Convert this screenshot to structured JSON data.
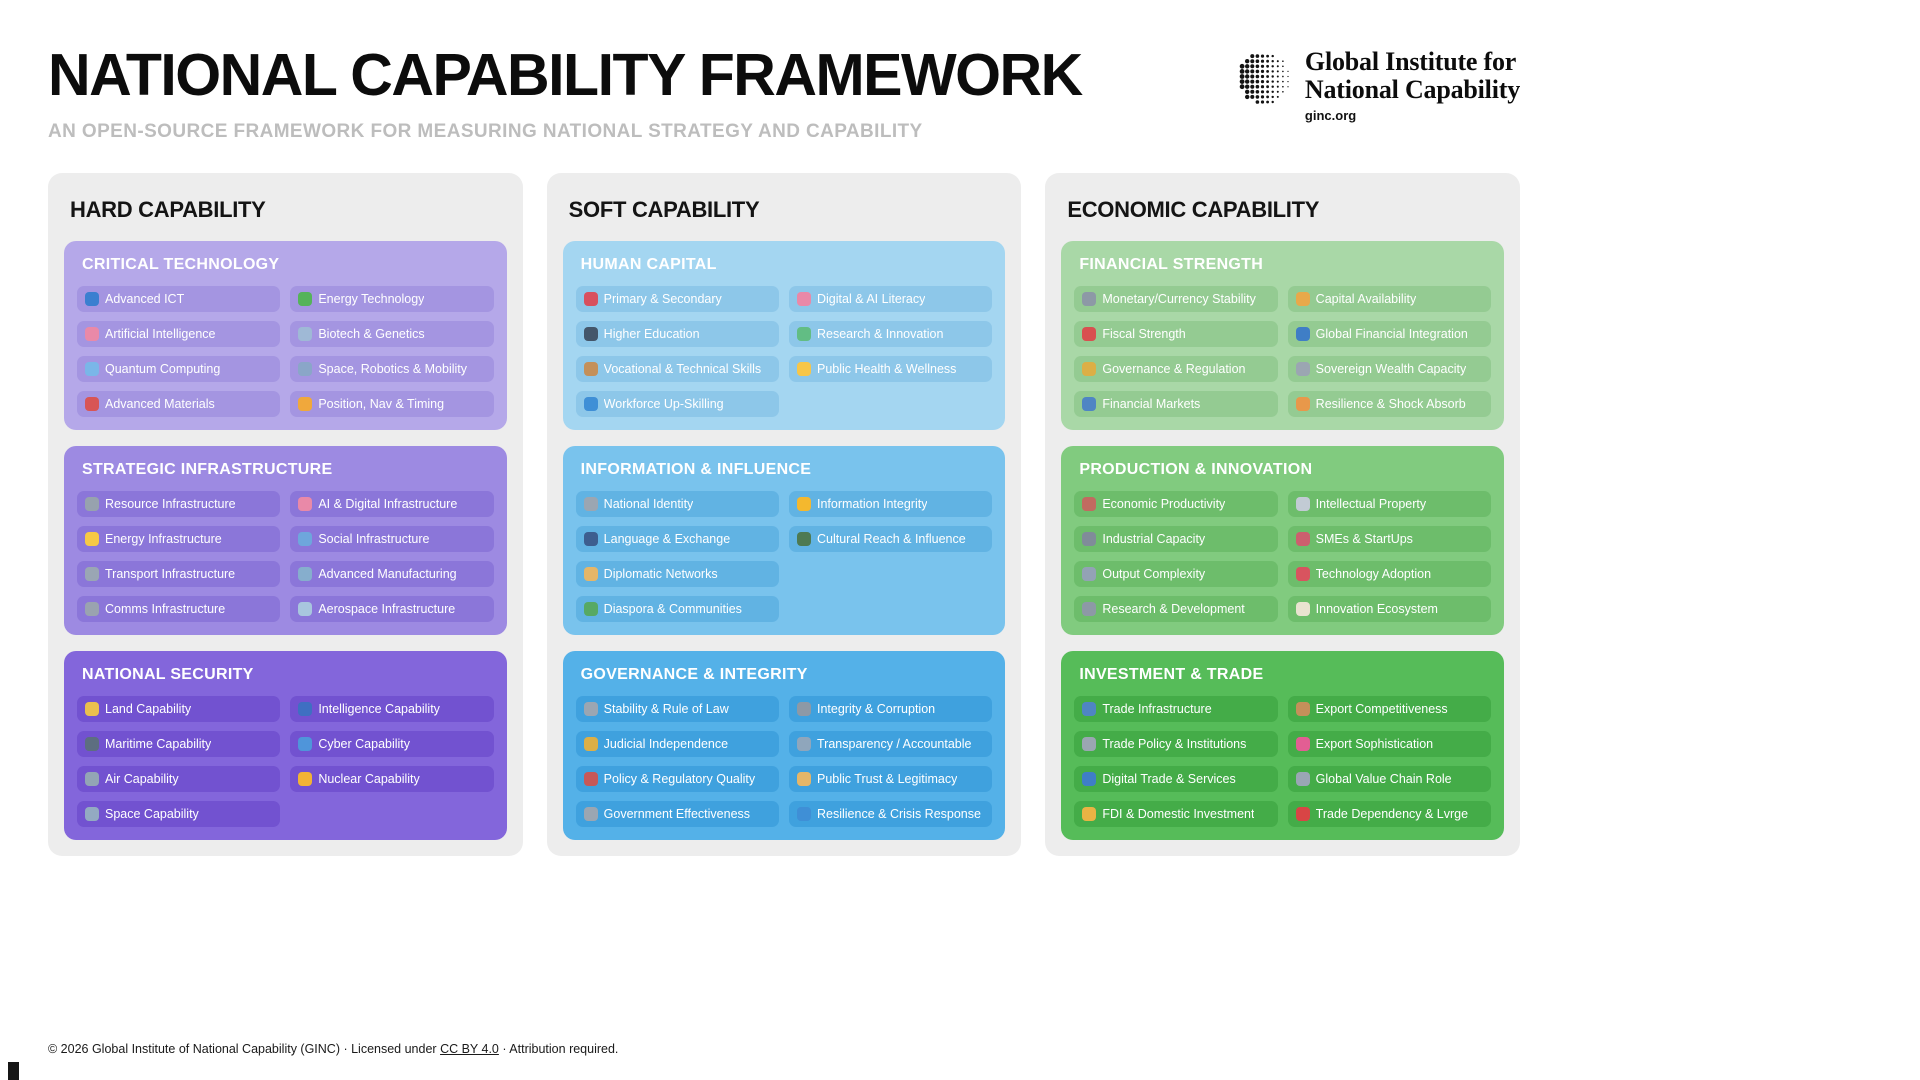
{
  "header": {
    "title": "NATIONAL CAPABILITY FRAMEWORK",
    "subtitle": "AN OPEN-SOURCE FRAMEWORK FOR MEASURING NATIONAL STRATEGY AND CAPABILITY",
    "logo": {
      "line1": "Global Institute for",
      "line2": "National Capability",
      "url": "ginc.org"
    }
  },
  "theme": {
    "page_bg": "#ffffff",
    "panel_bg": "#ededed",
    "text_dark": "#0c0c0c",
    "text_light": "#ffffff"
  },
  "columns": [
    {
      "title": "HARD CAPABILITY",
      "cards": [
        {
          "title": "CRITICAL TECHNOLOGY",
          "bg": "#b5a8e9",
          "item_bg": "#a495e1",
          "items": [
            {
              "icon": "signal-chart-icon",
              "color": "#3b7fd0",
              "label": "Advanced ICT"
            },
            {
              "icon": "brain-icon",
              "color": "#e989a8",
              "label": "Artificial Intelligence"
            },
            {
              "icon": "quantum-cube-icon",
              "color": "#7ab6e8",
              "label": "Quantum Computing"
            },
            {
              "icon": "magnet-icon",
              "color": "#d85555",
              "label": "Advanced Materials"
            },
            {
              "icon": "battery-icon",
              "color": "#55b35a",
              "label": "Energy Technology"
            },
            {
              "icon": "dna-icon",
              "color": "#9fb9d6",
              "label": "Biotech & Genetics"
            },
            {
              "icon": "robot-arm-icon",
              "color": "#8aa6c8",
              "label": "Space, Robotics & Mobility"
            },
            {
              "icon": "compass-icon",
              "color": "#f0a83c",
              "label": "Position, Nav & Timing"
            }
          ]
        },
        {
          "title": "STRATEGIC INFRASTRUCTURE",
          "bg": "#9d8ae2",
          "item_bg": "#8b76d9",
          "items": [
            {
              "icon": "rock-icon",
              "color": "#97a2ae",
              "label": "Resource Infrastructure"
            },
            {
              "icon": "lightning-icon",
              "color": "#f6c945",
              "label": "Energy Infrastructure"
            },
            {
              "icon": "train-icon",
              "color": "#9aa6b4",
              "label": "Transport Infrastructure"
            },
            {
              "icon": "satellite-dish-icon",
              "color": "#9aa3b0",
              "label": "Comms Infrastructure"
            },
            {
              "icon": "brain-icon",
              "color": "#e989a8",
              "label": "AI & Digital Infrastructure"
            },
            {
              "icon": "hospital-icon",
              "color": "#6ea6dc",
              "label": "Social Infrastructure"
            },
            {
              "icon": "factory-icon",
              "color": "#86aecd",
              "label": "Advanced Manufacturing"
            },
            {
              "icon": "airplane-icon",
              "color": "#a8c6de",
              "label": "Aerospace Infrastructure"
            }
          ]
        },
        {
          "title": "NATIONAL SECURITY",
          "bg": "#8366db",
          "item_bg": "#7252d0",
          "items": [
            {
              "icon": "medal-icon",
              "color": "#eac04e",
              "label": "Land Capability"
            },
            {
              "icon": "anchor-icon",
              "color": "#5d6e80",
              "label": "Maritime Capability"
            },
            {
              "icon": "fighter-jet-icon",
              "color": "#93a5b5",
              "label": "Air Capability"
            },
            {
              "icon": "satellite-icon",
              "color": "#93aac2",
              "label": "Space Capability"
            },
            {
              "icon": "radar-icon",
              "color": "#3f6fc2",
              "label": "Intelligence Capability"
            },
            {
              "icon": "computer-icon",
              "color": "#4f95da",
              "label": "Cyber Capability"
            },
            {
              "icon": "radiation-icon",
              "color": "#f2b334",
              "label": "Nuclear Capability"
            }
          ]
        }
      ]
    },
    {
      "title": "SOFT CAPABILITY",
      "cards": [
        {
          "title": "HUMAN CAPITAL",
          "bg": "#a4d6f1",
          "item_bg": "#8dc7e9",
          "items": [
            {
              "icon": "backpack-icon",
              "color": "#d8505e",
              "label": "Primary & Secondary"
            },
            {
              "icon": "graduation-cap-icon",
              "color": "#44566a",
              "label": "Higher Education"
            },
            {
              "icon": "tools-icon",
              "color": "#c4905a",
              "label": "Vocational & Technical Skills"
            },
            {
              "icon": "cycle-arrows-icon",
              "color": "#3f8fd6",
              "label": "Workforce Up-Skilling"
            },
            {
              "icon": "brain-icon",
              "color": "#e989a8",
              "label": "Digital & AI Literacy"
            },
            {
              "icon": "test-tube-icon",
              "color": "#62bd84",
              "label": "Research & Innovation"
            },
            {
              "icon": "smiley-icon",
              "color": "#f7c648",
              "label": "Public Health & Wellness"
            }
          ]
        },
        {
          "title": "INFORMATION & INFLUENCE",
          "bg": "#79c3ed",
          "item_bg": "#61b3e3",
          "items": [
            {
              "icon": "classical-building-icon",
              "color": "#9ba6b2",
              "label": "National Identity"
            },
            {
              "icon": "speaking-head-icon",
              "color": "#3d5e8f",
              "label": "Language & Exchange"
            },
            {
              "icon": "handshake-icon",
              "color": "#e5b668",
              "label": "Diplomatic Networks"
            },
            {
              "icon": "globe-icon",
              "color": "#57a964",
              "label": "Diaspora & Communities"
            },
            {
              "icon": "warning-icon",
              "color": "#f4b82e",
              "label": "Information Integrity"
            },
            {
              "icon": "film-icon",
              "color": "#4e7a52",
              "label": "Cultural Reach & Influence"
            }
          ]
        },
        {
          "title": "GOVERNANCE & INTEGRITY",
          "bg": "#54b1e8",
          "item_bg": "#3fa1de",
          "items": [
            {
              "icon": "classical-building-icon",
              "color": "#9ba6b2",
              "label": "Stability & Rule of Law"
            },
            {
              "icon": "scales-icon",
              "color": "#dcaf46",
              "label": "Judicial Independence"
            },
            {
              "icon": "clipboard-icon",
              "color": "#c75858",
              "label": "Policy & Regulatory Quality"
            },
            {
              "icon": "classical-building-icon",
              "color": "#9ba6b2",
              "label": "Government Effectiveness"
            },
            {
              "icon": "gavel-icon",
              "color": "#8d99a6",
              "label": "Integrity & Corruption"
            },
            {
              "icon": "magnifier-icon",
              "color": "#8fa6bc",
              "label": "Transparency / Accountable"
            },
            {
              "icon": "handshake-icon",
              "color": "#e5b668",
              "label": "Public Trust & Legitimacy"
            },
            {
              "icon": "cycle-arrows-icon",
              "color": "#3f8fd6",
              "label": "Resilience & Crisis Response"
            }
          ]
        }
      ]
    },
    {
      "title": "ECONOMIC CAPABILITY",
      "cards": [
        {
          "title": "FINANCIAL STRENGTH",
          "bg": "#a9d8a7",
          "item_bg": "#94cb92",
          "items": [
            {
              "icon": "currency-exchange-icon",
              "color": "#8d99a6",
              "label": "Monetary/Currency Stability"
            },
            {
              "icon": "chart-up-icon",
              "color": "#d85050",
              "label": "Fiscal Strength"
            },
            {
              "icon": "scales-icon",
              "color": "#dcaf46",
              "label": "Governance & Regulation"
            },
            {
              "icon": "bar-chart-icon",
              "color": "#4f85c4",
              "label": "Financial Markets"
            },
            {
              "icon": "credit-card-icon",
              "color": "#e8a94a",
              "label": "Capital Availability"
            },
            {
              "icon": "globe-icon",
              "color": "#3f7ec6",
              "label": "Global Financial Integration"
            },
            {
              "icon": "bank-icon",
              "color": "#9ba6b2",
              "label": "Sovereign Wealth Capacity"
            },
            {
              "icon": "balance-icon",
              "color": "#e8984a",
              "label": "Resilience & Shock Absorb"
            }
          ]
        },
        {
          "title": "PRODUCTION & INNOVATION",
          "bg": "#81cb7f",
          "item_bg": "#6dbd6b",
          "items": [
            {
              "icon": "factory-icon",
              "color": "#c26a60",
              "label": "Economic Productivity"
            },
            {
              "icon": "industry-icon",
              "color": "#808c99",
              "label": "Industrial Capacity"
            },
            {
              "icon": "puzzle-icon",
              "color": "#93a2b5",
              "label": "Output Complexity"
            },
            {
              "icon": "microscope-icon",
              "color": "#8d99a6",
              "label": "Research & Development"
            },
            {
              "icon": "document-icon",
              "color": "#c2cbd4",
              "label": "Intellectual Property"
            },
            {
              "icon": "rocket-icon",
              "color": "#cc5f6e",
              "label": "SMEs & StartUps"
            },
            {
              "icon": "smartphone-icon",
              "color": "#d8545f",
              "label": "Technology Adoption"
            },
            {
              "icon": "lightbulb-icon",
              "color": "#e9e3d0",
              "label": "Innovation Ecosystem"
            }
          ]
        },
        {
          "title": "INVESTMENT & TRADE",
          "bg": "#56bc59",
          "item_bg": "#44ac48",
          "items": [
            {
              "icon": "ship-icon",
              "color": "#4f85c4",
              "label": "Trade Infrastructure"
            },
            {
              "icon": "classical-building-icon",
              "color": "#9ba6b2",
              "label": "Trade Policy & Institutions"
            },
            {
              "icon": "globe-icon",
              "color": "#3f7ec6",
              "label": "Digital Trade & Services"
            },
            {
              "icon": "money-bag-icon",
              "color": "#eab344",
              "label": "FDI & Domestic Investment"
            },
            {
              "icon": "package-icon",
              "color": "#c4905a",
              "label": "Export Competitiveness"
            },
            {
              "icon": "gem-icon",
              "color": "#e25e93",
              "label": "Export Sophistication"
            },
            {
              "icon": "chain-icon",
              "color": "#9aa6b4",
              "label": "Global Value Chain Role"
            },
            {
              "icon": "target-icon",
              "color": "#d84545",
              "label": "Trade Dependency & Lvrge"
            }
          ]
        }
      ]
    }
  ],
  "footer": {
    "text_before": "© 2026 Global Institute of National Capability (GINC) · Licensed under ",
    "link_label": "CC BY 4.0",
    "text_after": " · Attribution required."
  }
}
